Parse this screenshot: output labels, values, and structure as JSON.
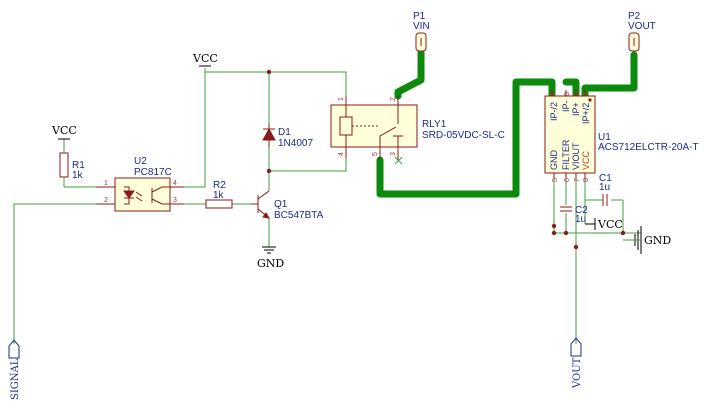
{
  "colors": {
    "wire": "#3f9e3f",
    "bus": "#0c8a0c",
    "component": "#8b1a1a",
    "text": "#1c2a8c"
  },
  "power": {
    "vcc1": "VCC",
    "vcc2": "VCC",
    "vcc3": "VCC",
    "gnd1": "GND",
    "gnd2": "GND"
  },
  "labels": {
    "signal": "SIGNAL",
    "vout": "VOUT"
  },
  "u2": {
    "ref": "U2",
    "value": "PC817C",
    "pins": [
      "1",
      "2",
      "3",
      "4"
    ]
  },
  "r1": {
    "ref": "R1",
    "value": "1k"
  },
  "r2": {
    "ref": "R2",
    "value": "1k"
  },
  "q1": {
    "ref": "Q1",
    "value": "BC547BTA"
  },
  "d1": {
    "ref": "D1",
    "value": "1N4007"
  },
  "rly1": {
    "ref": "RLY1",
    "value": "SRD-05VDC-SL-C",
    "pins": [
      "1",
      "2",
      "3",
      "4",
      "5"
    ]
  },
  "p1": {
    "ref": "P1",
    "value": "VIN"
  },
  "p2": {
    "ref": "P2",
    "value": "VOUT"
  },
  "u1": {
    "ref": "U1",
    "value": "ACS712ELCTR-20A-T",
    "top_pins": [
      "IP-/2",
      "IP-",
      "IP+",
      "IP+/2"
    ],
    "top_nums": [
      "4",
      "3",
      "2",
      "1"
    ],
    "bottom_pins": [
      "GND",
      "FILTER",
      "VIOUT",
      "VCC"
    ],
    "bottom_nums": [
      "5",
      "6",
      "7",
      "8"
    ]
  },
  "c1": {
    "ref": "C1",
    "value": "1u"
  },
  "c2": {
    "ref": "C2",
    "value": "1u"
  }
}
